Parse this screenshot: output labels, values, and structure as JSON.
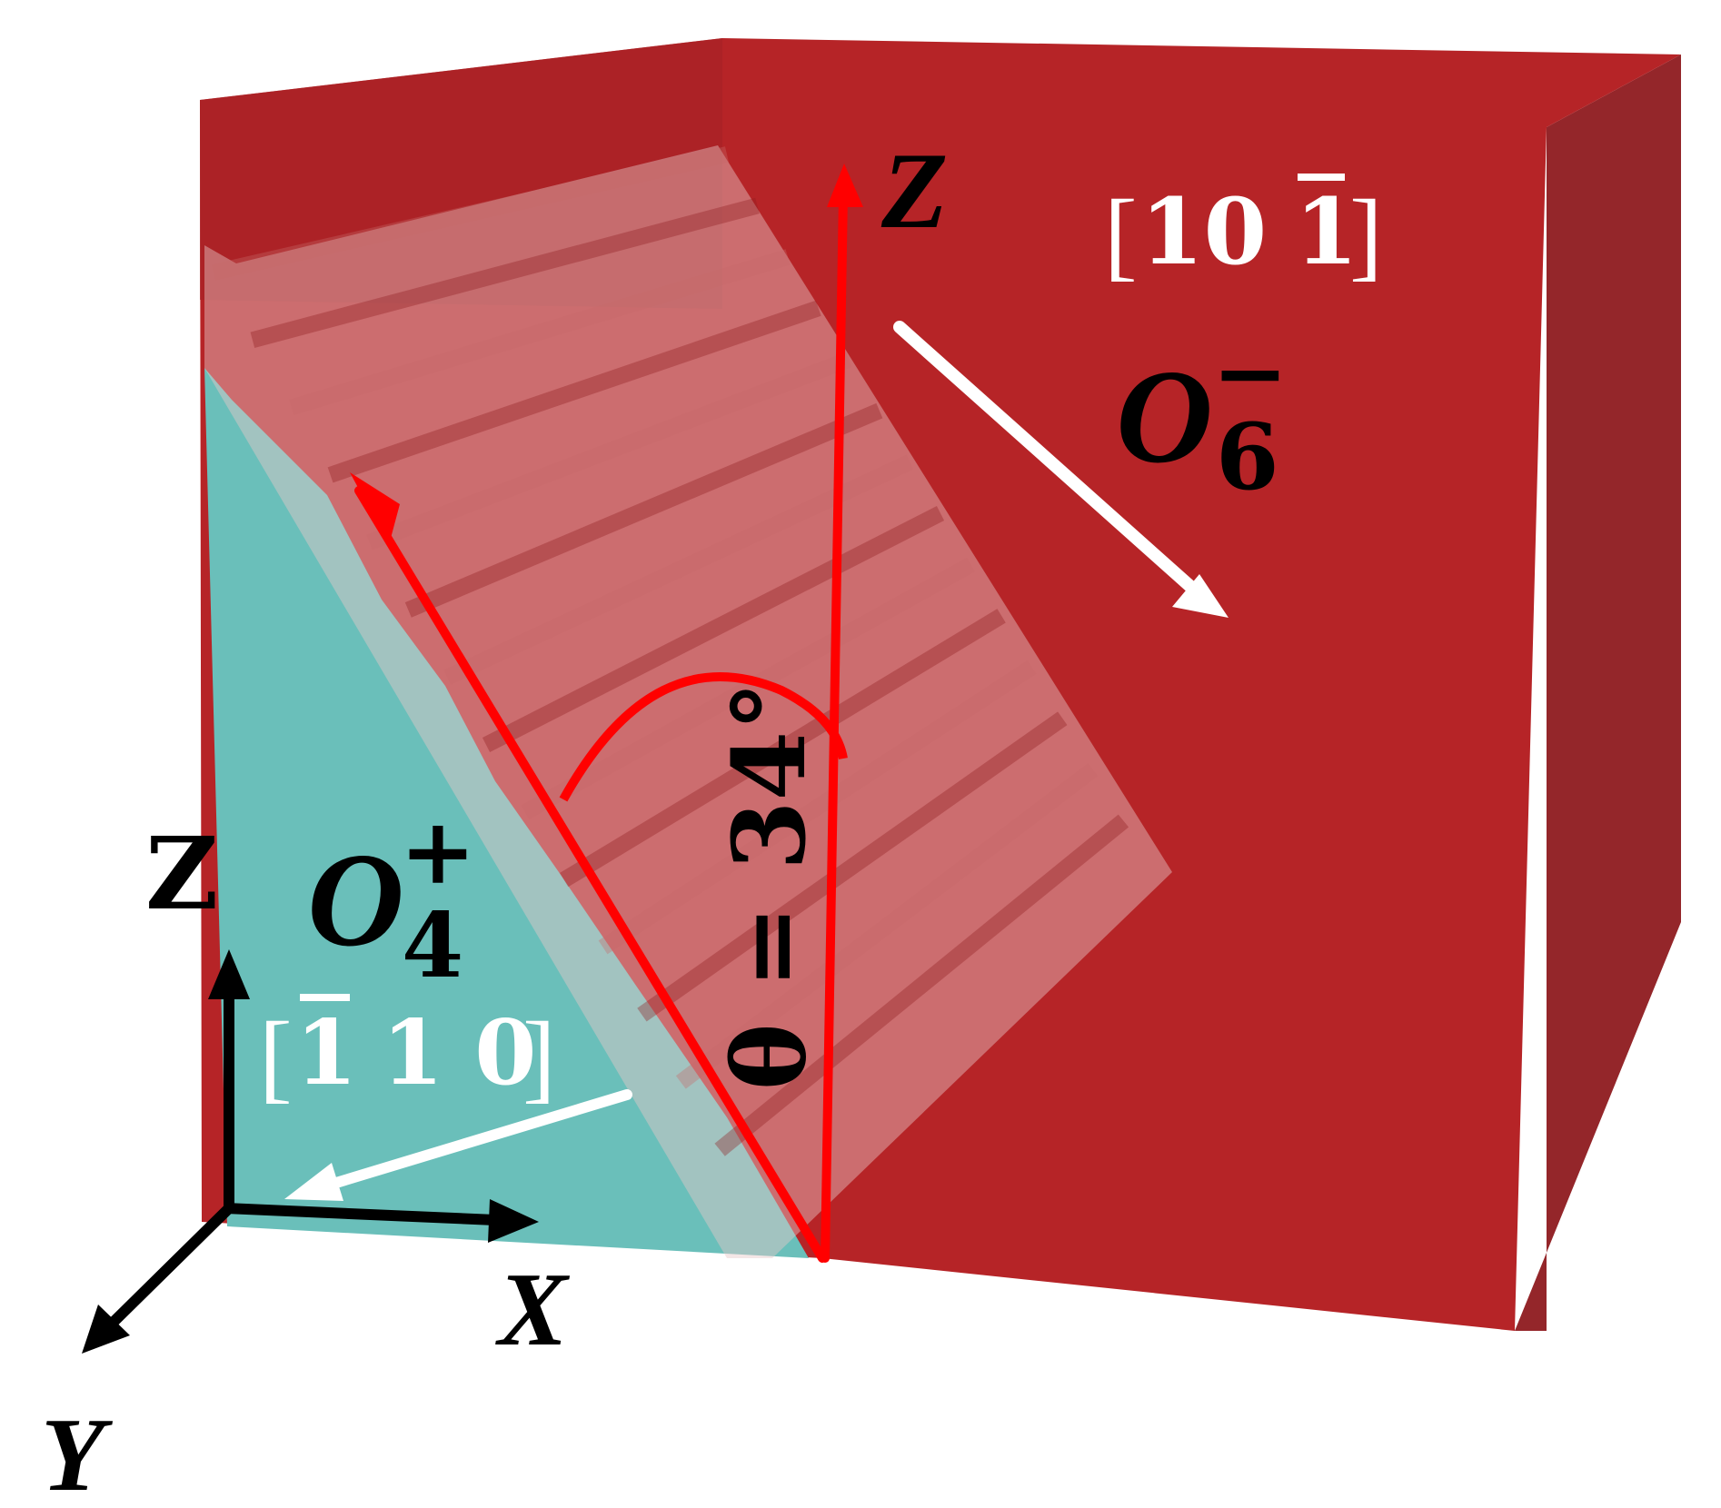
{
  "figure": {
    "colors": {
      "red_domain": "#b62427",
      "red_top": "#a82226",
      "red_side": "#94262a",
      "cyan_domain": "#6abfba",
      "wall_overlay": "#e6c8c8",
      "angle_lines": "#ff0000",
      "direction_arrows": "#ffffff",
      "axes": "#000000"
    },
    "domain_right": {
      "label_base": "O",
      "label_subscript": "6",
      "label_superscript": "−",
      "direction_label": "[10 1]",
      "direction_parts": {
        "open": "[",
        "first": "10",
        "bar_digit": "1",
        "close": "]"
      }
    },
    "domain_left": {
      "label_base": "O",
      "label_subscript": "4",
      "label_superscript": "+",
      "direction_label": "[1 1 0]",
      "direction_parts": {
        "open": "[",
        "bar_digit": "1",
        "rest": "1 0",
        "close": "]"
      }
    },
    "angle": {
      "label": "θ = 34°",
      "value_deg": 34,
      "z_axis_label": "Z"
    },
    "axes": {
      "z_label": "Z",
      "x_label": "X",
      "y_label": "Y"
    }
  }
}
